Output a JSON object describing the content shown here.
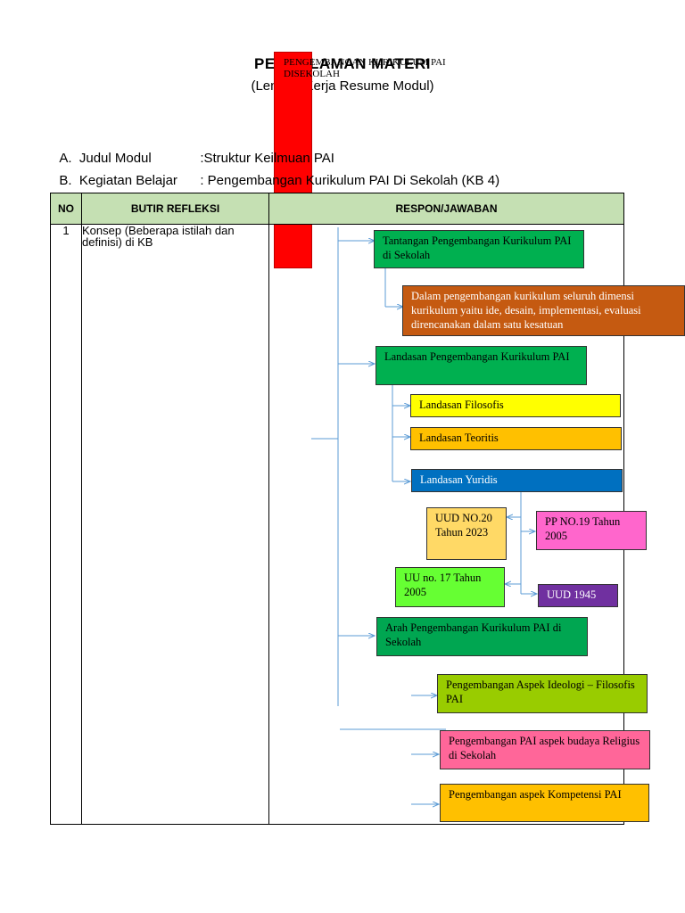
{
  "header": {
    "title": "PENDALAMAN MATERI",
    "subtitle": "(Lembar Kerja Resume Modul)",
    "overlay_text": "PENGEMBANGAN KURIKULUM PAI DISEKOLAH"
  },
  "meta": {
    "a_label": "A.  Judul Modul",
    "a_value": ":Struktur Keilmuan PAI",
    "b_label": "B.  Kegiatan Belajar",
    "b_value": ": Pengembangan Kurikulum PAI Di Sekolah (KB 4)"
  },
  "table": {
    "headers": [
      "NO",
      "BUTIR REFLEKSI",
      "RESPON/JAWABAN"
    ],
    "rows": [
      {
        "no": "1",
        "butir": "Konsep (Beberapa istilah dan definisi) di KB"
      }
    ]
  },
  "diagram": {
    "nodes": {
      "tantangan": "Tantangan Pengembangan Kurikulum PAI di Sekolah",
      "dimensi": "Dalam pengembangan kurikulum seluruh dimensi kurikulum yaitu ide, desain, implementasi, evaluasi direncanakan dalam satu kesatuan",
      "landasan": "Landasan Pengembangan Kurikulum PAI",
      "filosofis": "Landasan Filosofis",
      "teoritis": "Landasan Teoritis",
      "yuridis": "Landasan Yuridis",
      "uud20": "UUD NO.20 Tahun 2023",
      "pp19": "PP NO.19 Tahun 2005",
      "uu17": "UU no. 17 Tahun 2005",
      "uud1945": "UUD 1945",
      "arah": "Arah Pengembangan Kurikulum PAI di Sekolah",
      "ideologi": "Pengembangan Aspek Ideologi – Filosofis PAI",
      "budaya": "Pengembangan PAI aspek budaya Religius di Sekolah",
      "kompetensi": "Pengembangan aspek Kompetensi PAI"
    }
  },
  "colors": {
    "header_bg": "#c5e0b3",
    "green": "#00b050",
    "dark_green": "#00a651",
    "orange_brown": "#c55a11",
    "yellow": "#ffff00",
    "amber": "#ffc000",
    "blue": "#0070c0",
    "light_amber": "#ffd966",
    "pink": "#ff66cc",
    "lime": "#66ff33",
    "purple": "#7030a0",
    "yellow_green": "#99cc00",
    "hot_pink": "#ff6699",
    "red": "#ff0000",
    "connector": "#5b9bd5"
  }
}
